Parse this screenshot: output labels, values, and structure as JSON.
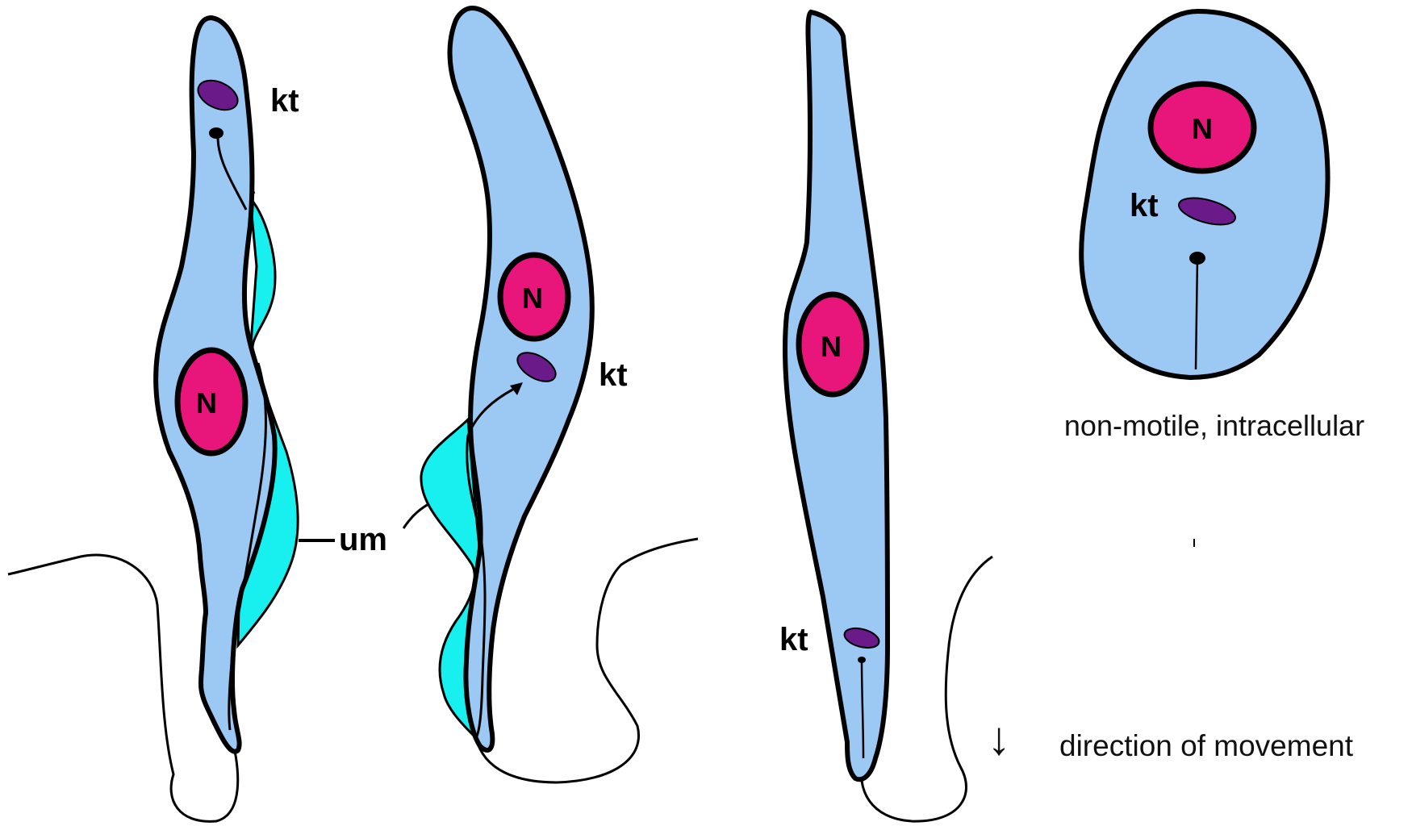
{
  "colors": {
    "cytoplasm": "#9cc8f4",
    "undulating_membrane": "#17f0ee",
    "nucleus": "#e8157a",
    "kinetoplast": "#6b1a8a",
    "outline": "#000000"
  },
  "labels": {
    "nucleus": "N",
    "kinetoplast": "kt",
    "undulating_membrane": "um",
    "amastigote_caption": "non-motile, intracellular",
    "movement_arrow": "↓",
    "movement_caption": "direction of movement"
  },
  "icons": {
    "movement": "down-arrow-icon"
  }
}
